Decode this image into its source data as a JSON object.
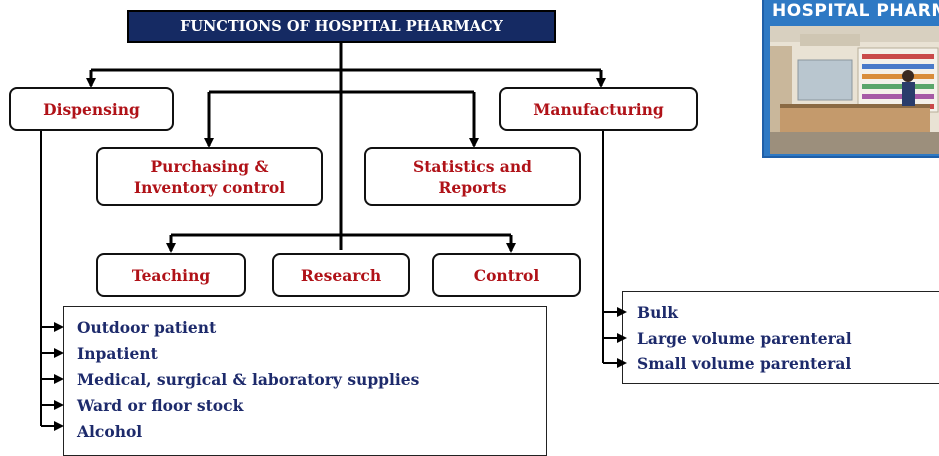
{
  "title": "FUNCTIONS OF HOSPITAL PHARMACY",
  "nodes": {
    "dispensing": "Dispensing",
    "manufacturing": "Manufacturing",
    "purchasing": "Purchasing & Inventory control",
    "statistics": "Statistics and Reports",
    "teaching": "Teaching",
    "research": "Research",
    "control": "Control"
  },
  "dispensing_items": [
    "Outdoor patient",
    "Inpatient",
    "Medical, surgical & laboratory supplies",
    "Ward or floor stock",
    "Alcohol"
  ],
  "manufacturing_items": [
    "Bulk",
    "Large volume parenteral",
    "Small volume parenteral"
  ],
  "logo": {
    "text": "HOSPITAL PHARMACY",
    "colors": {
      "banner": "#2e79c4",
      "frame": "#1f5fa8"
    }
  },
  "colors": {
    "title_bg": "#152a63",
    "node_text": "#b01218",
    "item_text": "#1d2a6b",
    "line": "#000000"
  }
}
